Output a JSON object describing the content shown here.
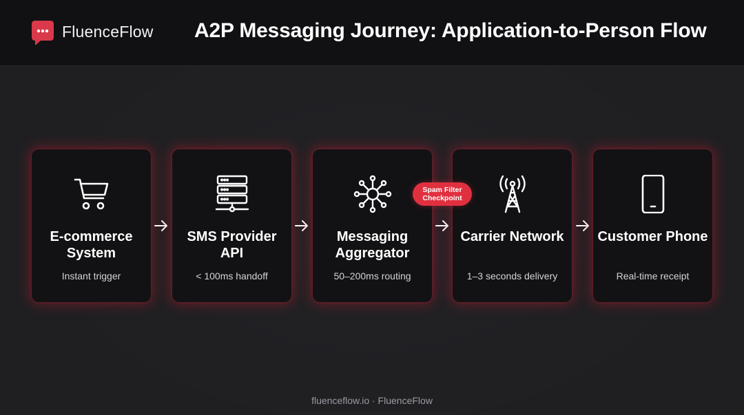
{
  "header": {
    "brand": "FluenceFlow",
    "title": "A2P Messaging Journey: Application-to-Person Flow"
  },
  "colors": {
    "accent": "#e0303f",
    "background": "#1f1f22",
    "card": "#121214",
    "header": "#111113"
  },
  "steps": [
    {
      "title": "E-commerce System",
      "subtitle": "Instant trigger",
      "icon": "shopping-cart-icon"
    },
    {
      "title": "SMS Provider API",
      "subtitle": "< 100ms handoff",
      "icon": "server-icon"
    },
    {
      "title": "Messaging Aggregator",
      "subtitle": "50–200ms routing",
      "icon": "hub-network-icon"
    },
    {
      "title": "Carrier Network",
      "subtitle": "1–3 seconds delivery",
      "icon": "cell-tower-icon"
    },
    {
      "title": "Customer Phone",
      "subtitle": "Real-time receipt",
      "icon": "smartphone-icon"
    }
  ],
  "badge": {
    "line1": "Spam Filter",
    "line2": "Checkpoint"
  },
  "footer": {
    "text": "fluenceflow.io · FluenceFlow"
  }
}
